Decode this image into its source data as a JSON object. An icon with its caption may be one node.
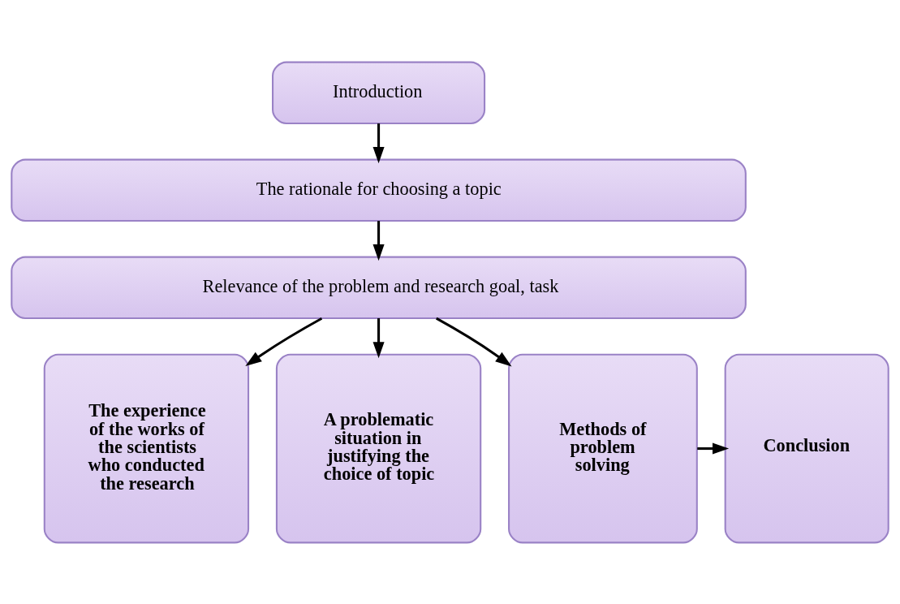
{
  "diagram": {
    "nodes": [
      {
        "text": [
          "Introduction"
        ]
      },
      {
        "text": [
          "The rationale for choosing a topic"
        ]
      },
      {
        "text": [
          "Relevance of the problem and research goal, task"
        ]
      },
      {
        "text": [
          "The experience of the works of the scientists who conducted the research"
        ]
      },
      {
        "text": [
          "A problematic situation in justifying the choice of topic"
        ]
      },
      {
        "text": [
          "Methods of problem solving"
        ]
      },
      {
        "text": [
          "Conclusion"
        ]
      }
    ],
    "edges": [
      {
        "from": 0,
        "to": 1,
        "arrow": "to"
      },
      {
        "from": 1,
        "to": 2,
        "arrow": "to"
      },
      {
        "from": 2,
        "to": 3,
        "arrow": "to"
      },
      {
        "from": 2,
        "to": 4,
        "arrow": "to"
      },
      {
        "from": 2,
        "to": 5,
        "arrow": "to"
      },
      {
        "from": 5,
        "to": 6,
        "arrow": "to"
      }
    ]
  }
}
